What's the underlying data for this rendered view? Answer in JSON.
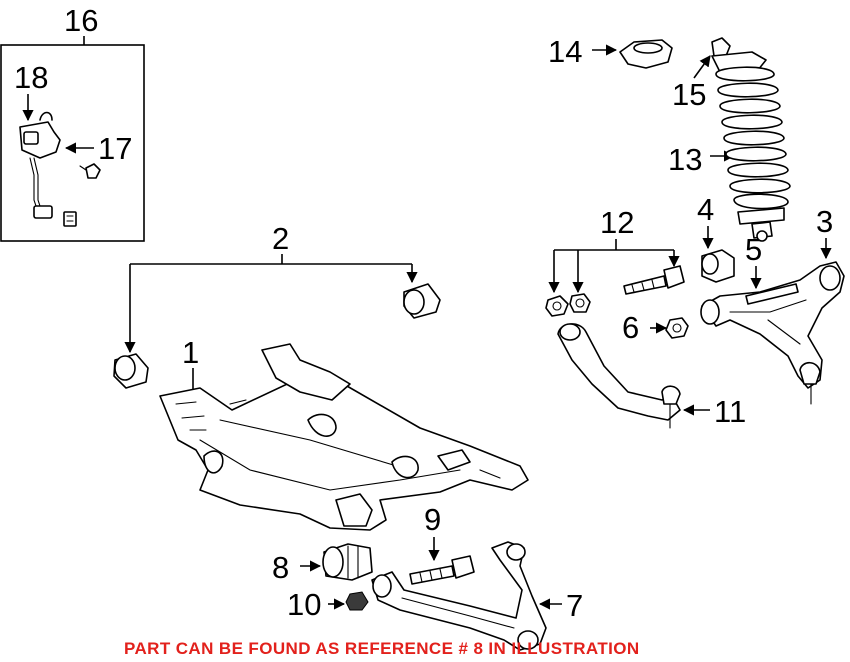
{
  "callouts": {
    "c1": "1",
    "c2": "2",
    "c3": "3",
    "c4": "4",
    "c5": "5",
    "c6": "6",
    "c7": "7",
    "c8": "8",
    "c9": "9",
    "c10": "10",
    "c11": "11",
    "c12": "12",
    "c13": "13",
    "c14": "14",
    "c15": "15",
    "c16": "16",
    "c17": "17",
    "c18": "18"
  },
  "notice": "PART CAN BE FOUND AS REFERENCE # 8 IN ILLUSTRATION",
  "colors": {
    "notice": "#e2211c",
    "line": "#000000",
    "background": "#ffffff"
  }
}
